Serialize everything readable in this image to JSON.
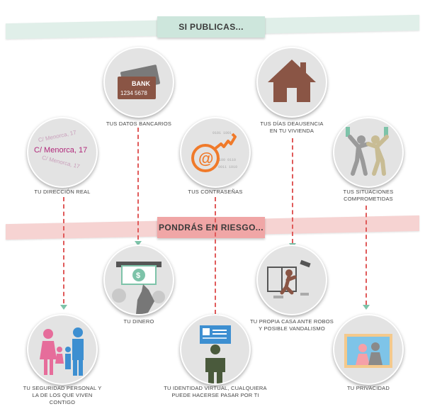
{
  "banners": {
    "top": "SI PUBLICAS...",
    "middle": "PONDRÁS EN RIESGO..."
  },
  "cards": {
    "bank_top": "BANK",
    "bank_number": "1234  5678"
  },
  "address_stamp": {
    "main": "C/ Menorca, 17",
    "faded_1": "C/ Menorca, 17",
    "faded_2": "C/ Menorca, 17"
  },
  "items_top": {
    "datos_bancarios": "TUS DATOS BANCARIOS",
    "ausencia": "TUS DÍAS DEAUSENCIA\nEN TU VIVIENDA",
    "direccion": "TU DIRECCIÓN REAL",
    "contrasenas": "TUS CONTRASEÑAS",
    "situaciones": "TUS SITUACIONES\nCOMPROMETIDAS"
  },
  "items_bottom": {
    "dinero": "TU DINERO",
    "casa": "TU PROPIA CASA ANTE ROBOS\nY POSIBLE VANDALISMO",
    "seguridad": "TU SEGURIDAD PERSONAL Y\nLA DE LOS QUE VIVEN\nCONTIGO",
    "identidad": "TU IDENTIDAD VIRTUAL, CUALQUIERA\nPUEDE HACERSE PASAR POR TI",
    "privacidad": "TU PRIVACIDAD"
  },
  "colors": {
    "green_banner": "#cde6dc",
    "red_banner": "#f0a6a6",
    "circle_bg": "#e3e3e3",
    "arrow_red": "#e05a5a",
    "arrow_green": "#7dc3a9",
    "brown": "#8a5545",
    "orange": "#f07a2a",
    "magenta": "#b0287a"
  }
}
